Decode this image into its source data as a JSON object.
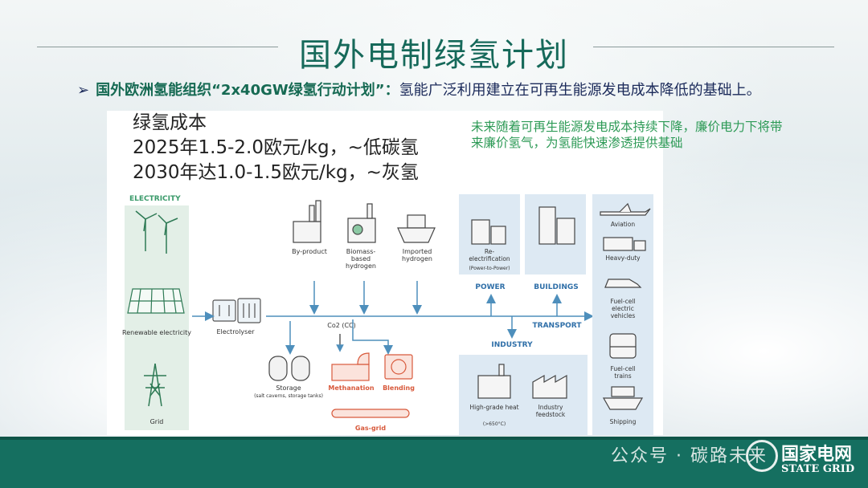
{
  "title": "国外电制绿氢计划",
  "bullet": {
    "highlight": "国外欧洲氢能组织“2x40GW绿氢行动计划”：",
    "text": "氢能广泛利用建立在可再生能源发电成本降低的基础上。"
  },
  "cost": {
    "heading": "绿氢成本",
    "line1": "2025年1.5-2.0欧元/kg，~低碳氢",
    "line2": "2030年达1.0-1.5欧元/kg，~灰氢"
  },
  "note": "未来随着可再生能源发电成本持续下降，廉价电力下将带来廉价氢气，为氢能快速渗透提供基础",
  "diagram": {
    "electricity": "ELECTRICITY",
    "renewable": "Renewable electricity",
    "grid": "Grid",
    "electrolyser": "Electrolyser",
    "byproduct": "By-product",
    "biomass": "Biomass-based hydrogen",
    "imported": "Imported hydrogen",
    "co2": "Co2 (CC)",
    "storage": "Storage",
    "storage_sub": "(salt caverns, storage tanks)",
    "methanation": "Methanation",
    "blending": "Blending",
    "gasgrid": "Gas-grid",
    "reelectrification": "Re-electrification",
    "reelectrification_sub": "(Power-to-Power)",
    "power": "POWER",
    "buildings": "BUILDINGS",
    "transport": "TRANSPORT",
    "industry": "INDUSTRY",
    "heat": "High-grade heat",
    "heat_sub": "(>650°C)",
    "feedstock": "Industry feedstock",
    "aviation": "Aviation",
    "heavyduty": "Heavy-duty",
    "fcev": "Fuel-cell electric vehicles",
    "trains": "Fuel-cell trains",
    "shipping": "Shipping"
  },
  "footer": {
    "wechat": "公众号 · 碳路未来",
    "logo_cn": "国家电网",
    "logo_en": "STATE GRID"
  },
  "colors": {
    "title": "#16695a",
    "footer": "#156f60",
    "accent_green": "#2d9a56",
    "diagram_blue": "#4e8fbc"
  }
}
